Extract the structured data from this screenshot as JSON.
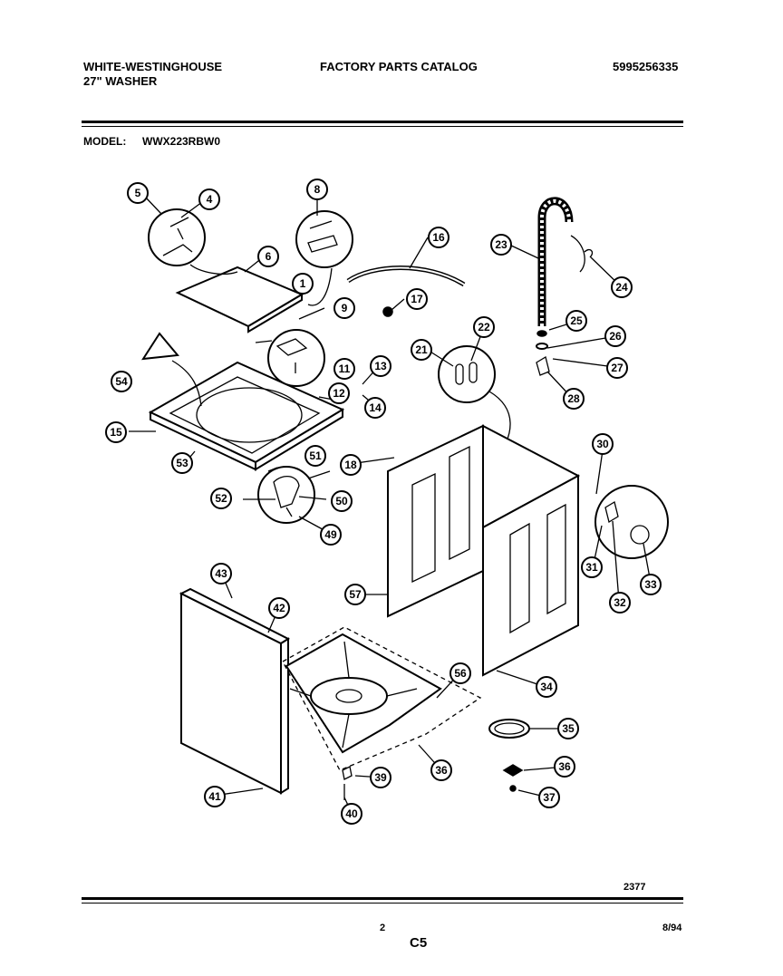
{
  "header": {
    "brand_line1": "WHITE-WESTINGHOUSE",
    "brand_line2": "27\" WASHER",
    "catalog_title": "FACTORY PARTS CATALOG",
    "catalog_number": "5995256335",
    "model_label": "MODEL:",
    "model_value": "WWX223RBW0"
  },
  "footer": {
    "drawing_number": "2377",
    "page_number": "2",
    "section_code": "C5",
    "date_code": "8/94"
  },
  "callouts": [
    "1",
    "4",
    "5",
    "6",
    "8",
    "9",
    "11",
    "12",
    "13",
    "14",
    "15",
    "16",
    "17",
    "18",
    "21",
    "22",
    "23",
    "24",
    "25",
    "26",
    "27",
    "28",
    "30",
    "31",
    "32",
    "33",
    "34",
    "35",
    "36",
    "36",
    "37",
    "39",
    "40",
    "41",
    "42",
    "43",
    "49",
    "50",
    "51",
    "52",
    "53",
    "54",
    "56",
    "57"
  ]
}
